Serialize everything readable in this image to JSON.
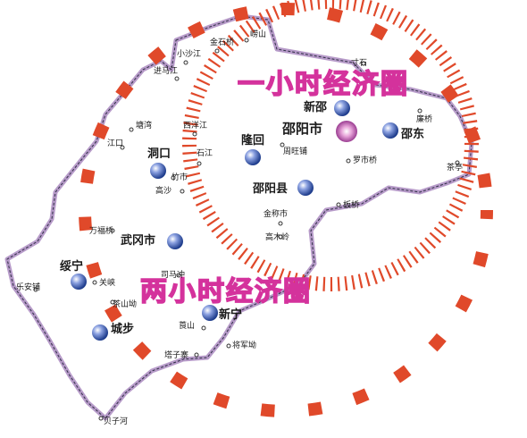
{
  "colors": {
    "outer_ring": "#e0492a",
    "inner_ring": "#e0492a",
    "border": "#b79bc9",
    "ring_text_outline": "#d4329c",
    "city_dot": "#2d4aa8",
    "center_glow": "#c64fb0"
  },
  "rings": {
    "inner_label": "一小时经济圈",
    "outer_label": "两小时经济圈"
  },
  "centers": {
    "shaoyang": "邵阳市",
    "xinshao": "新邵",
    "shaodong": "邵东",
    "longhui": "隆回",
    "dongkou": "洞口",
    "shaoyang_county": "邵阳县",
    "wugang": "武冈市",
    "suining": "绥宁",
    "xinning": "新宁",
    "chengbu": "城步"
  },
  "towns": {
    "zhaishan": "崂山",
    "jinshiqiao": "金石桥",
    "xiaoshajiang": "小沙江",
    "jinmajiang": "进马江",
    "cunshi": "寸石",
    "xiyangjiang": "西洋江",
    "tanwan": "塘湾",
    "jiangkou": "江口",
    "shijiang": "石江",
    "zhushi": "竹市",
    "gaosha": "高沙",
    "zhouwangpu": "周旺铺",
    "lianqiao": "廉桥",
    "luoshiqiao": "罗市桥",
    "chake": "茶亭",
    "banqiao": "板桥",
    "jinchengshi": "金称市",
    "gaomuling": "高木岭",
    "wanfuqiao": "万福桥",
    "simachong": "司马冲",
    "leanpu": "乐安铺",
    "guanxia": "关峡",
    "chashanao": "茶山坳",
    "huangshan": "莨山",
    "jiangjunao": "将军坳",
    "taziba": "塔子寨",
    "beizihe": "贝子河"
  }
}
